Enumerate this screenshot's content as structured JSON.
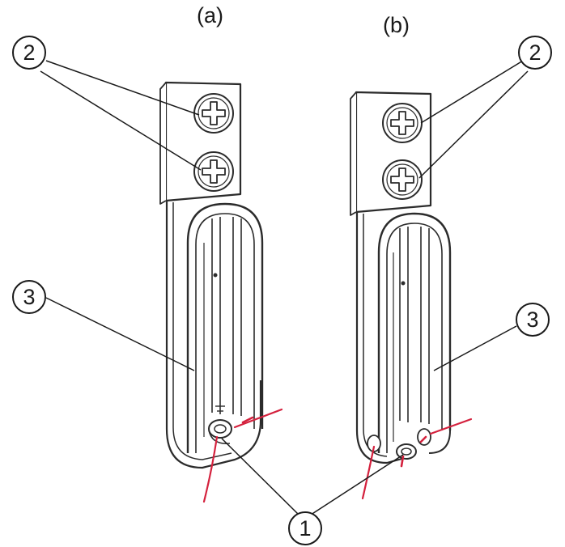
{
  "panels": [
    {
      "label": "(a)"
    },
    {
      "label": "(b)"
    }
  ],
  "callouts": {
    "one": "1",
    "two_a": "2",
    "two_b": "2",
    "three_a": "3",
    "three_b": "3"
  },
  "colors": {
    "line": "#1a1a1a",
    "part": "#2b2b2b",
    "wire": "#d4213d"
  },
  "icons": [
    "phillips-screw-icon"
  ]
}
